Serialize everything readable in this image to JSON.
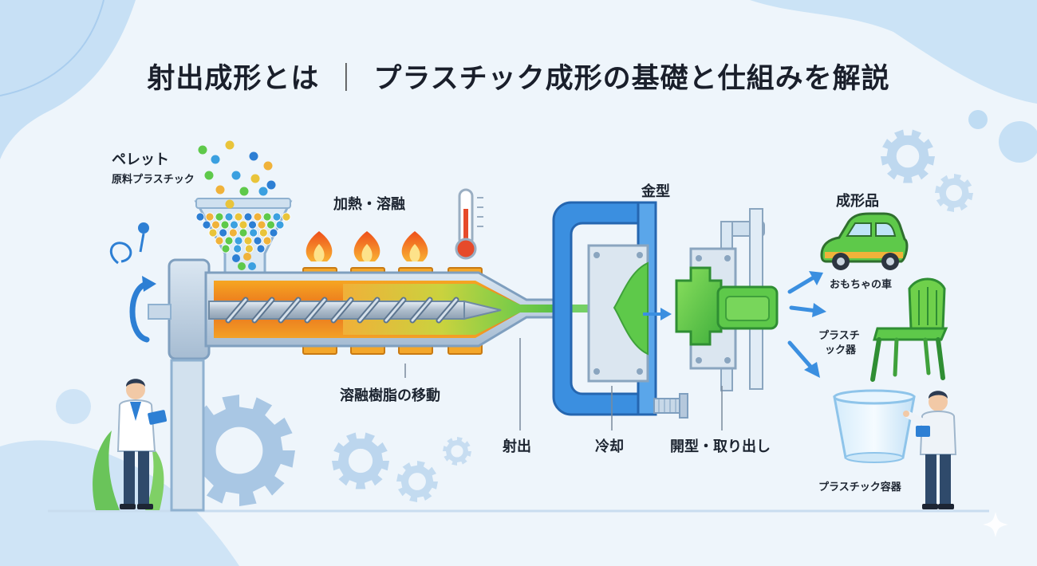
{
  "title": {
    "main": "射出成形とは",
    "separator": "｜",
    "sub": "プラスチック成形の基礎と仕組みを解説"
  },
  "labels": {
    "pellet": "ペレット",
    "pellet_sub": "原料プラスチック",
    "heating": "加熱・溶融",
    "resin_flow": "溶融樹脂の移動",
    "mold": "金型",
    "injection": "射出",
    "cooling": "冷却",
    "opening": "開型・取り出し",
    "products": "成形品",
    "product_car": "おもちゃの車",
    "product_chair_line1": "プラスチ",
    "product_chair_line2": "ック器",
    "product_cup": "プラスチック容器"
  },
  "colors": {
    "background": "#eef5fb",
    "accent_blue": "#2d7fd4",
    "melt_green": "#5ec94a",
    "heater_orange": "#f0a020",
    "flame": "#f26a1b",
    "machine_steel": "#b7c9dc"
  },
  "icons": [
    "flame-icon",
    "thermometer-icon",
    "gear-icon",
    "arrow-icon",
    "rotate-arrow-icon",
    "sparkle-icon"
  ]
}
